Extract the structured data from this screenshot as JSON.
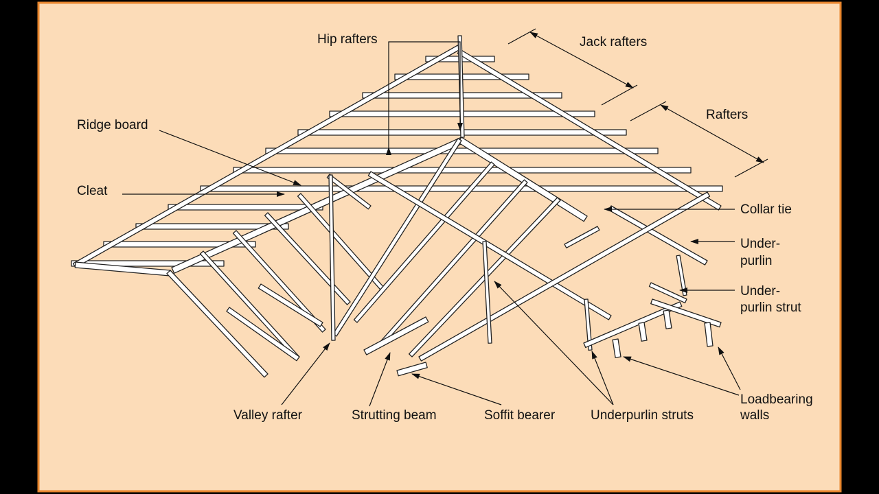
{
  "colors": {
    "background": "#FCDCB8",
    "border": "#E8862E",
    "frame": "#000000",
    "line": "#111111",
    "timber_fill": "#FFFFFF"
  },
  "labels": {
    "hip_rafters": "Hip rafters",
    "jack_rafters": "Jack rafters",
    "rafters": "Rafters",
    "ridge_board": "Ridge board",
    "cleat": "Cleat",
    "collar_tie": "Collar tie",
    "under_purlin_1": "Under-",
    "under_purlin_2": "purlin",
    "under_purlin_strut_1": "Under-",
    "under_purlin_strut_2": "purlin strut",
    "loadbearing_walls_1": "Loadbearing",
    "loadbearing_walls_2": "walls",
    "valley_rafter": "Valley rafter",
    "strutting_beam": "Strutting beam",
    "soffit_bearer": "Soffit bearer",
    "underpurlin_struts": "Underpurlin struts"
  }
}
